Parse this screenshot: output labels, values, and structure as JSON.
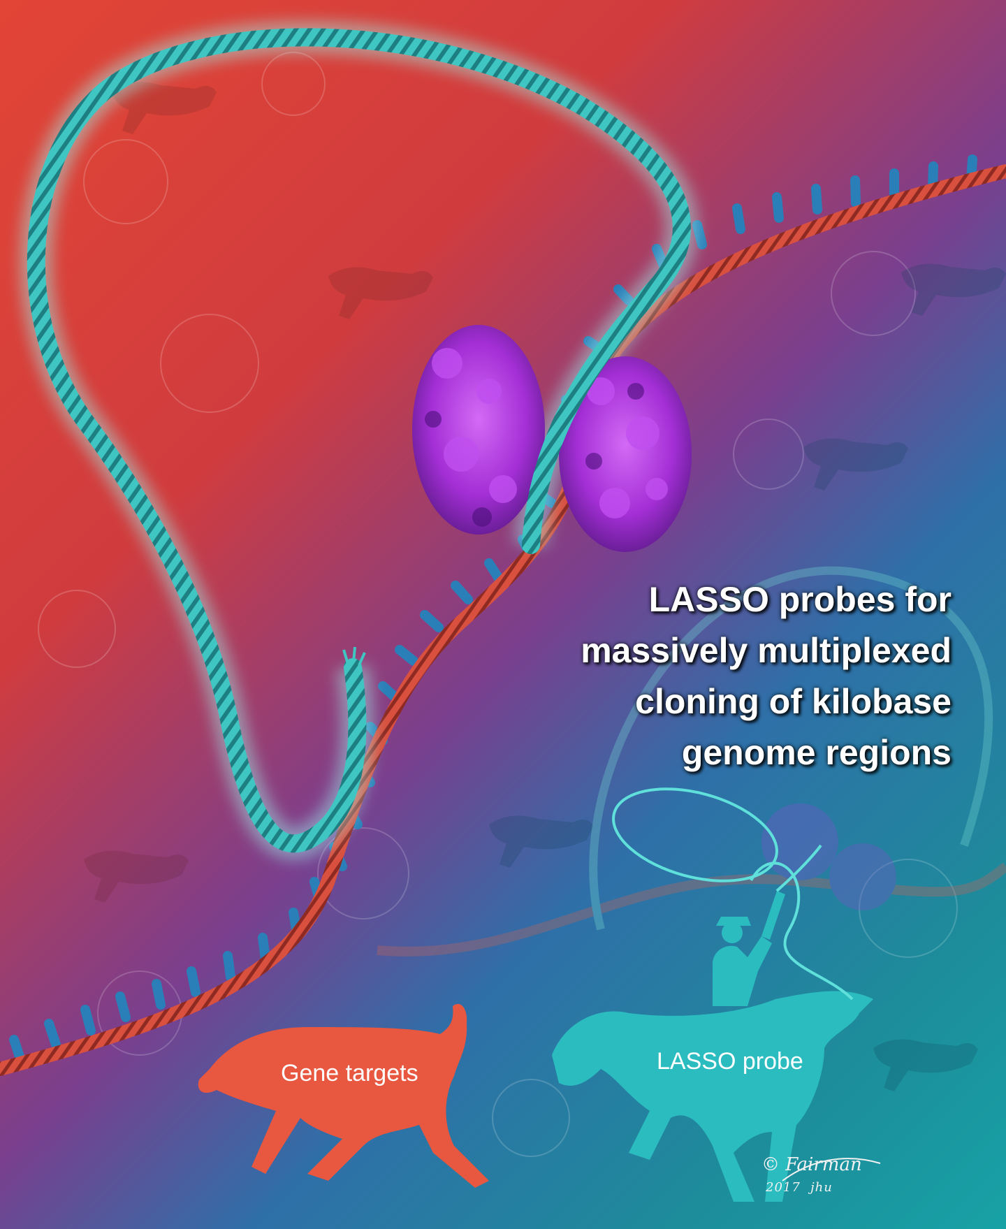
{
  "title_lines": [
    "LASSO probes for",
    "massively multiplexed",
    "cloning of kilobase",
    "genome regions"
  ],
  "labels": {
    "gene_targets": "Gene targets",
    "lasso_probe": "LASSO probe"
  },
  "signature": {
    "copyright": "©",
    "name": "Fairman",
    "year": "2017",
    "initials": "jhu"
  },
  "colors": {
    "background_red": "#e24535",
    "background_teal": "#17a2a6",
    "rope_teal": "#3fc6c2",
    "rope_red": "#d9503f",
    "base_pairs": "#2b7fb8",
    "protein_purple": "#a42fd6",
    "gene_target_silhouette": "#e8573f",
    "lasso_probe_silhouette": "#2bbcc0"
  }
}
